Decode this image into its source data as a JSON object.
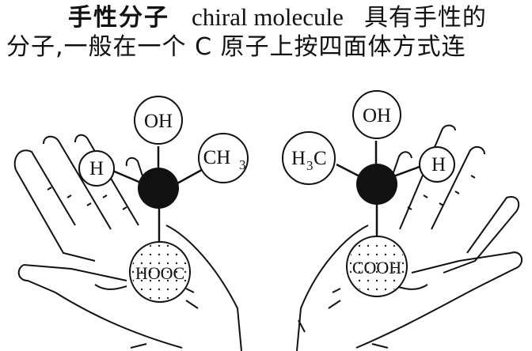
{
  "entry": {
    "term_cn": "手性分子",
    "term_en": "chiral molecule",
    "definition_line1": "具有手性的",
    "definition_line2": "分子,一般在一个 C 原子上按四面体方式连"
  },
  "figure": {
    "left_molecule": {
      "top": "OH",
      "left": "H",
      "right_main": "CH",
      "right_sub": "3",
      "bottom": "HOOC"
    },
    "right_molecule": {
      "top": "OH",
      "left_main": "H",
      "left_sub": "3",
      "left_tail": "C",
      "right": "H",
      "bottom": "COOH"
    }
  }
}
